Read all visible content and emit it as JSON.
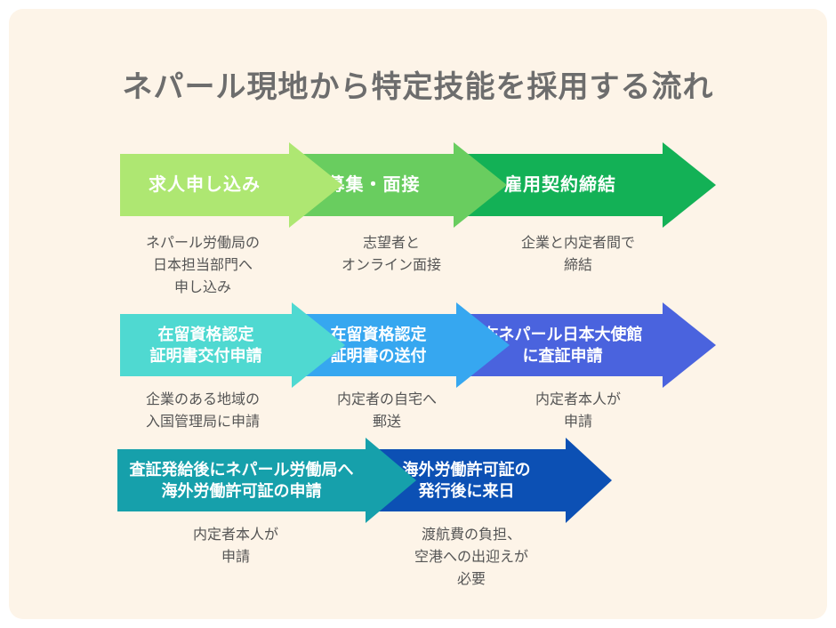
{
  "title": "ネパール現地から特定技能を採用する流れ",
  "colors": {
    "canvas": "#ffffff",
    "card": "#fdf4e8",
    "title_text": "#6d6d6d",
    "description_text": "#555555",
    "label_text": "#ffffff"
  },
  "rows": [
    {
      "steps": [
        {
          "label": "求人申し込み",
          "description": "ネパール労働局の\n日本担当部門へ\n申し込み",
          "color": "#aee772"
        },
        {
          "label": "募集・面接",
          "description": "志望者と\nオンライン面接",
          "color": "#69cd5f"
        },
        {
          "label": "雇用契約締結",
          "description": "企業と内定者間で\n締結",
          "color": "#13b156"
        }
      ]
    },
    {
      "steps": [
        {
          "label": "在留資格認定\n証明書交付申請",
          "description": "企業のある地域の\n入国管理局に申請",
          "color": "#4fd9d1"
        },
        {
          "label": "在留資格認定\n証明書の送付",
          "description": "内定者の自宅へ\n郵送",
          "color": "#36a7f0"
        },
        {
          "label": "在ネパール日本大使館\nに査証申請",
          "description": "内定者本人が\n申請",
          "color": "#4a63de"
        }
      ]
    },
    {
      "steps": [
        {
          "label": "査証発給後にネパール労働局へ\n海外労働許可証の申請",
          "description": "内定者本人が\n申請",
          "color": "#16a0ab"
        },
        {
          "label": "海外労働許可証の\n発行後に来日",
          "description": "渡航費の負担、\n空港への出迎えが\n必要",
          "color": "#0c50b4"
        }
      ]
    }
  ]
}
